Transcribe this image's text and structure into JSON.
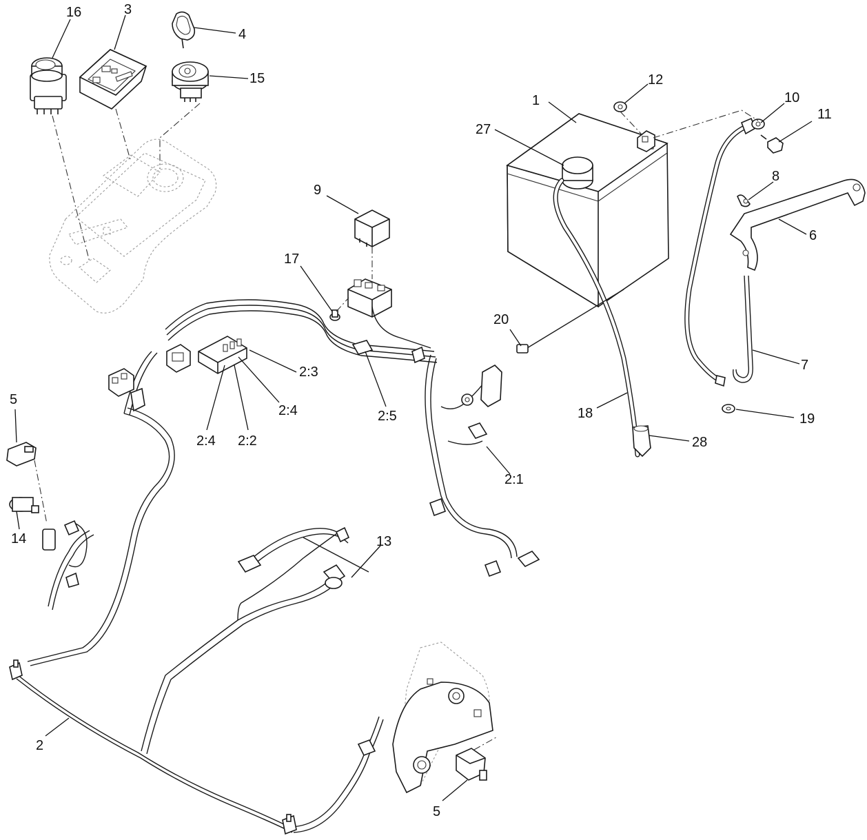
{
  "callouts": {
    "c16": "16",
    "c3": "3",
    "c4": "4",
    "c15": "15",
    "c1": "1",
    "c12": "12",
    "c10": "10",
    "c11": "11",
    "c27": "27",
    "c8": "8",
    "c6": "6",
    "c9": "9",
    "c17": "17",
    "c20": "20",
    "c7": "7",
    "c2_3": "2:3",
    "c2_4a": "2:4",
    "c2_5": "2:5",
    "c2_4b": "2:4",
    "c2_2": "2:2",
    "c18": "18",
    "c19": "19",
    "c28": "28",
    "c5_top": "5",
    "c2_1": "2:1",
    "c14": "14",
    "c13": "13",
    "c2": "2",
    "c5_bottom": "5"
  }
}
